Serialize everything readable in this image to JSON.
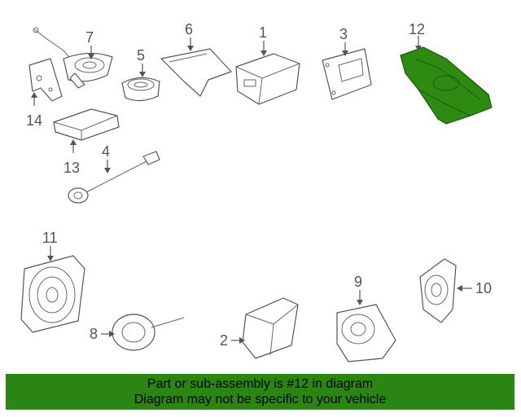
{
  "callouts": {
    "c1": "1",
    "c2": "2",
    "c3": "3",
    "c4": "4",
    "c5": "5",
    "c6": "6",
    "c7": "7",
    "c8": "8",
    "c9": "9",
    "c10": "10",
    "c11": "11",
    "c12": "12",
    "c13": "13",
    "c14": "14"
  },
  "highlighted_part": "12",
  "banner": {
    "line1": "Part or sub-assembly is #12 in diagram",
    "line2": "Diagram may not be specific to your vehicle"
  },
  "colors": {
    "highlight": "#2e8b12",
    "banner": "#2a8512",
    "line": "#555555"
  }
}
